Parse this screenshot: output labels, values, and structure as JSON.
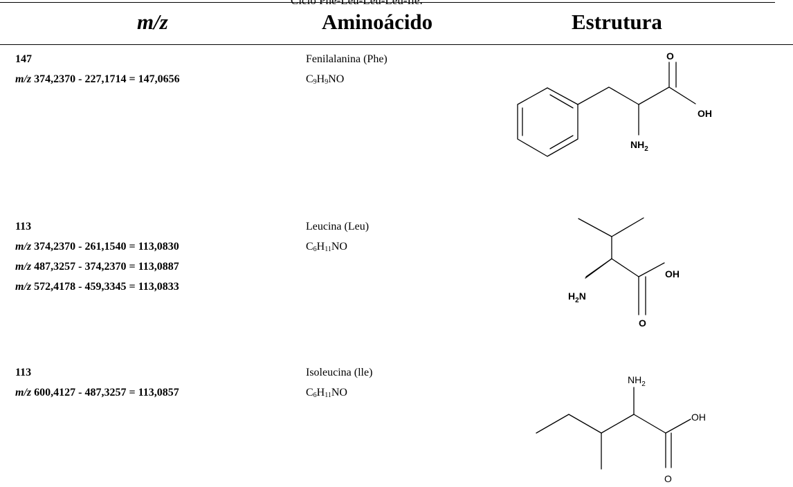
{
  "caption": "Ciclo Phe-Leu-Leu-Leu-Ile.",
  "headers": {
    "mz": "m/z",
    "amino": "Aminoácido",
    "structure": "Estrutura"
  },
  "rows": [
    {
      "mass": "147",
      "calcs": [
        "374,2370 - 227,1714 = 147,0656"
      ],
      "name": "Fenilalanina (Phe)",
      "formula": {
        "c": "C",
        "cn": "9",
        "h": "H",
        "hn": "9",
        "rest": "NO"
      },
      "labels": {
        "o": "O",
        "oh": "OH",
        "nh2": "NH",
        "nh2_sub": "2"
      }
    },
    {
      "mass": "113",
      "calcs": [
        "374,2370 - 261,1540 = 113,0830",
        "487,3257 - 374,2370 = 113,0887",
        "572,4178 - 459,3345 = 113,0833"
      ],
      "name": "Leucina (Leu)",
      "formula": {
        "c": "C",
        "cn": "6",
        "h": "H",
        "hn": "11",
        "rest": "NO"
      },
      "labels": {
        "o": "O",
        "oh": "OH",
        "h2n": "H",
        "h2n_sub": "2",
        "h2n_n": "N"
      }
    },
    {
      "mass": "113",
      "calcs": [
        "600,4127 - 487,3257 = 113,0857"
      ],
      "name": "Isoleucina (lle)",
      "formula": {
        "c": "C",
        "cn": "6",
        "h": "H",
        "hn": "11",
        "rest": "NO"
      },
      "labels": {
        "o": "O",
        "oh": "OH",
        "nh2": "NH",
        "nh2_sub": "2"
      }
    }
  ],
  "mz_prefix": "m/z"
}
